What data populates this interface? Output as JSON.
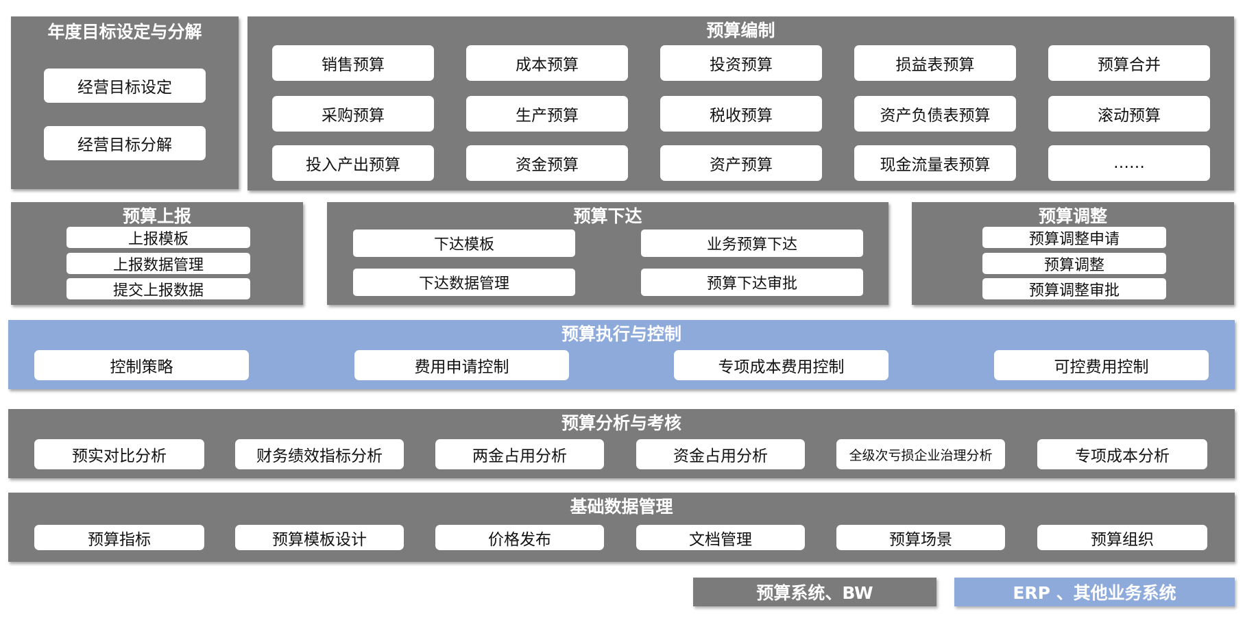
{
  "annual_targets": {
    "title": "年度目标设定与分解",
    "items": [
      "经营目标设定",
      "经营目标分解"
    ]
  },
  "budget_preparation": {
    "title": "预算编制",
    "items": [
      "销售预算",
      "成本预算",
      "投资预算",
      "损益表预算",
      "预算合并",
      "采购预算",
      "生产预算",
      "税收预算",
      "资产负债表预算",
      "滚动预算",
      "投入产出预算",
      "资金预算",
      "资产预算",
      "现金流量表预算",
      "……"
    ]
  },
  "budget_reporting": {
    "title": "预算上报",
    "items": [
      "上报模板",
      "上报数据管理",
      "提交上报数据"
    ]
  },
  "budget_issuing": {
    "title": "预算下达",
    "items": [
      "下达模板",
      "业务预算下达",
      "下达数据管理",
      "预算下达审批"
    ]
  },
  "budget_adjustment": {
    "title": "预算调整",
    "items": [
      "预算调整申请",
      "预算调整",
      "预算调整审批"
    ]
  },
  "execution_control": {
    "title": "预算执行与控制",
    "items": [
      "控制策略",
      "费用申请控制",
      "专项成本费用控制",
      "可控费用控制"
    ]
  },
  "analysis_assessment": {
    "title": "预算分析与考核",
    "items": [
      "预实对比分析",
      "财务绩效指标分析",
      "两金占用分析",
      "资金占用分析",
      "全级次亏损企业治理分析",
      "专项成本分析"
    ]
  },
  "basic_data": {
    "title": "基础数据管理",
    "items": [
      "预算指标",
      "预算模板设计",
      "价格发布",
      "文档管理",
      "预算场景",
      "预算组织"
    ]
  },
  "systems": {
    "budget_bw": "预算系统、BW",
    "erp_others": "ERP 、其他业务系统"
  },
  "colors": {
    "panel_gray": "#7b7b7b",
    "panel_blue": "#8eaadb",
    "box_white": "#ffffff"
  }
}
